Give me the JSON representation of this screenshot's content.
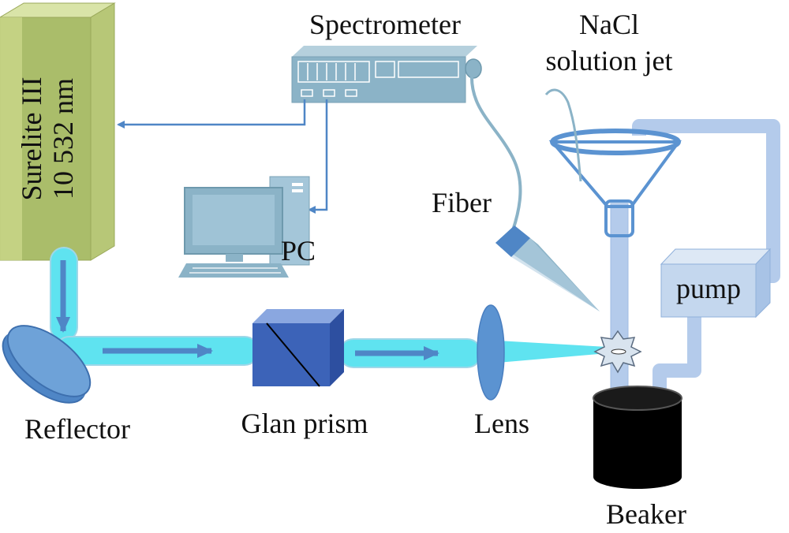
{
  "labels": {
    "laser_line1": "Surelite III",
    "laser_line2": "10 532 nm",
    "spectrometer": "Spectrometer",
    "jet_line1": "NaCl",
    "jet_line2": "solution jet",
    "fiber": "Fiber",
    "pc": "PC",
    "pump": "pump",
    "reflector": "Reflector",
    "glan_prism": "Glan prism",
    "lens": "Lens",
    "beaker": "Beaker"
  },
  "colors": {
    "laser_front": "#aabd6a",
    "laser_side": "#cfdc8e",
    "beam": "#5fe3f0",
    "beam_arrow": "#4f86c6",
    "instrument": "#8bb3c7",
    "prism": "#3c63b8",
    "lens": "#5b93d1",
    "tubing": "#b4cbeb",
    "beaker": "#000000",
    "pump": "#c4d7ee"
  },
  "icons": {
    "pc": "desktop-computer-icon",
    "spectrometer": "spectrometer-icon",
    "plasma": "plasma-spark-icon"
  }
}
